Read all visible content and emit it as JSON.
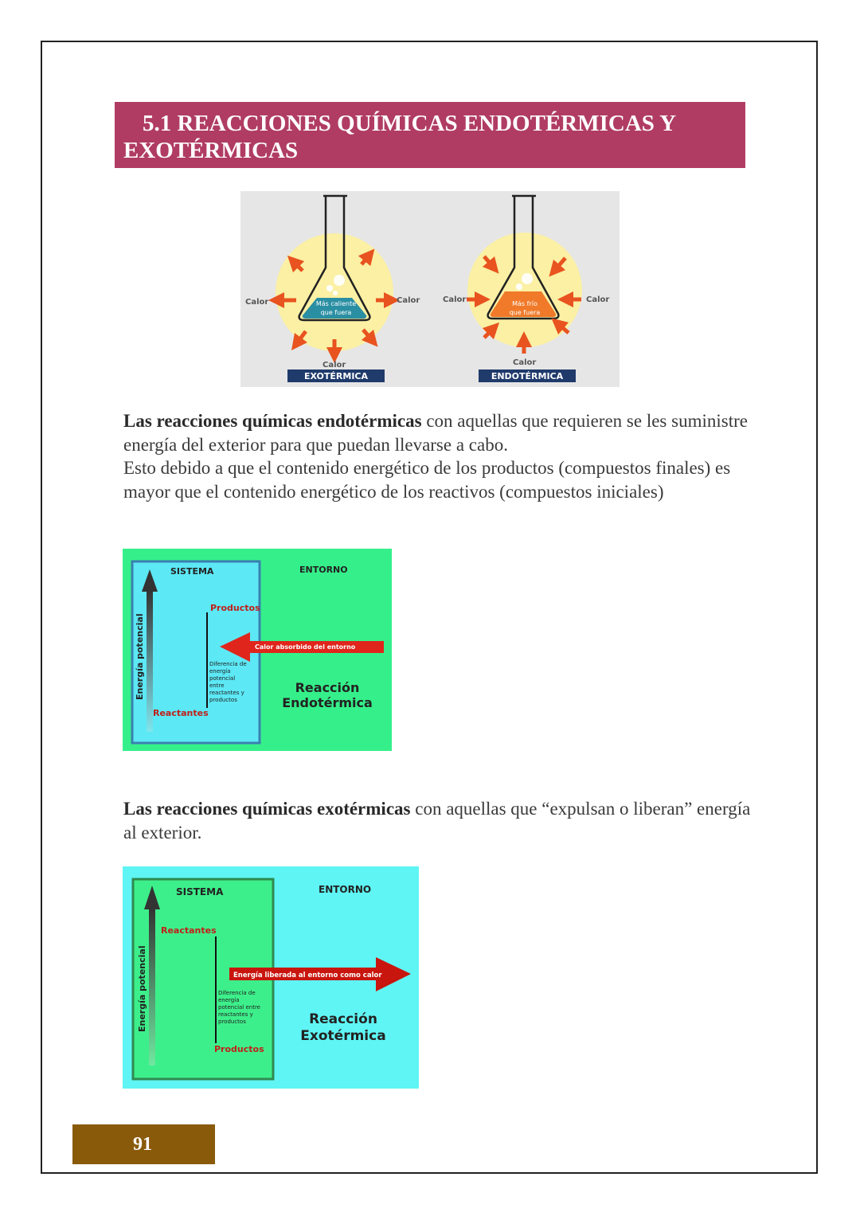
{
  "section": {
    "title_line1": "5.1 REACCIONES QUÍMICAS ENDOTÉRMICAS Y",
    "title_line2": "EXOTÉRMICAS"
  },
  "flask_figure": {
    "exo": {
      "heat_left": "Calor",
      "heat_right": "Calor",
      "heat_bottom": "Calor",
      "inner_line1": "Más caliente",
      "inner_line2": "que fuera",
      "label": "EXOTÉRMICA"
    },
    "endo": {
      "heat_left": "Calor",
      "heat_right": "Calor",
      "heat_bottom": "Calor",
      "inner_line1": "Más frío",
      "inner_line2": "que fuera",
      "label": "ENDOTÉRMICA"
    }
  },
  "paragraph_endo": {
    "bold": "Las reacciones químicas endotérmicas",
    "text1": " con aquellas que requieren se les suministre energía del exterior para que puedan llevarse a cabo.",
    "text2": "Esto debido a que el contenido energético de los productos (compuestos finales) es mayor que el contenido energético de los reactivos (compuestos iniciales)"
  },
  "diagram_endo": {
    "sistema": "SISTEMA",
    "entorno": "ENTORNO",
    "axis": "Energía potencial",
    "top_label": "Productos",
    "bottom_label": "Reactantes",
    "arrow_label": "Calor absorbido del entorno",
    "diff_lines": [
      "Diferencia de",
      "energía",
      "potencial",
      "entre",
      "reactantes y",
      "productos"
    ],
    "reaction_line1": "Reacción",
    "reaction_line2": "Endotérmica",
    "colors": {
      "outer": "#35f08a",
      "inner": "#5ce8f5",
      "arrow": "#e0261c"
    }
  },
  "paragraph_exo": {
    "bold": "Las reacciones químicas exotérmicas",
    "text1": " con aquellas que “expulsan o liberan” energía al exterior."
  },
  "diagram_exo": {
    "sistema": "SISTEMA",
    "entorno": "ENTORNO",
    "axis": "Energía potencial",
    "top_label": "Reactantes",
    "bottom_label": "Productos",
    "arrow_label": "Energía liberada al entorno como calor",
    "diff_lines": [
      "Diferencia de",
      "energía",
      "potencial entre",
      "reactantes y",
      "productos"
    ],
    "reaction_line1": "Reacción",
    "reaction_line2": "Exotérmica",
    "colors": {
      "outer": "#5ff5f5",
      "inner": "#3def8a",
      "arrow": "#c8160e"
    }
  },
  "page_number": "91"
}
